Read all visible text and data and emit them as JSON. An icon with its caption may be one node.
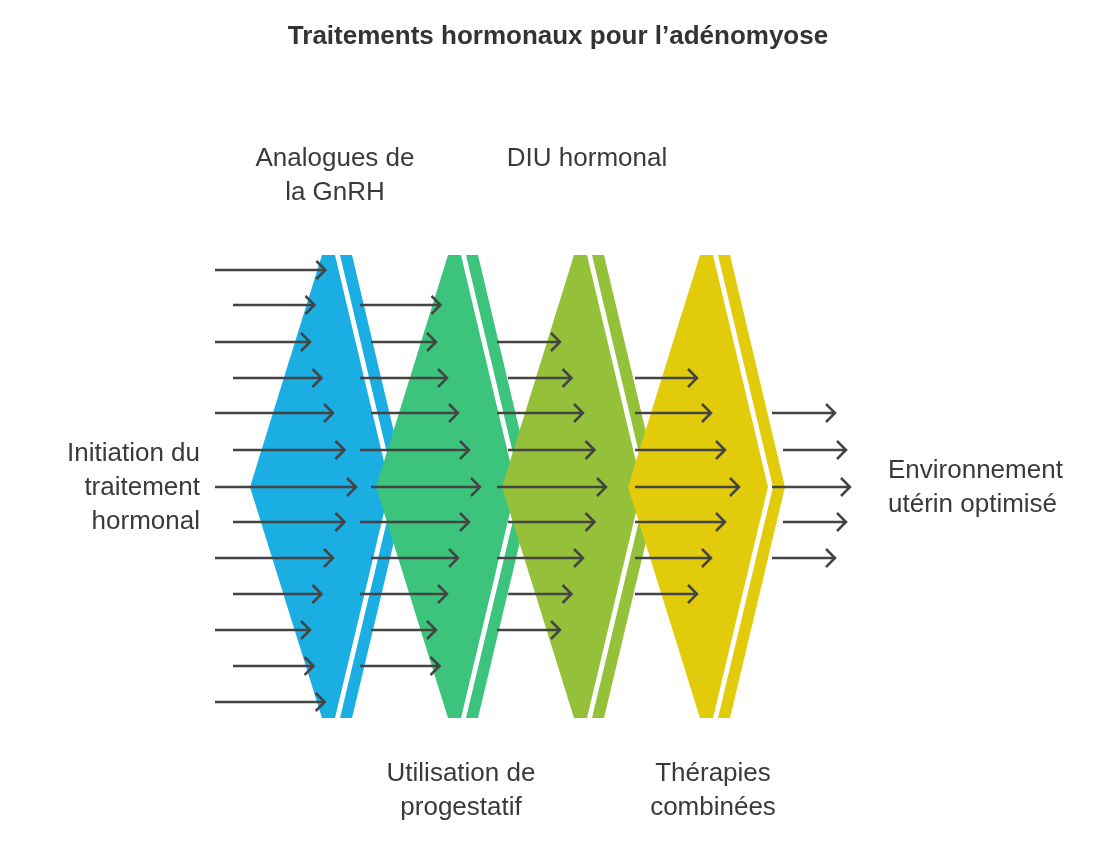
{
  "diagram": {
    "title": "Traitements hormonaux pour l’adénomyose",
    "nodes": [
      {
        "text": [
          "Analogues de la GnRH"
        ]
      },
      {
        "text": [
          "Utilisation de progestatif"
        ]
      },
      {
        "text": [
          "DIU hormonal"
        ]
      },
      {
        "text": [
          "Thérapies combinées"
        ]
      }
    ],
    "edges": [
      {
        "from": null,
        "to": 0,
        "arrow": "to"
      },
      {
        "from": null,
        "to": 0,
        "arrow": "to"
      },
      {
        "from": null,
        "to": 0,
        "arrow": "to"
      },
      {
        "from": null,
        "to": 0,
        "arrow": "to"
      },
      {
        "from": null,
        "to": 0,
        "arrow": "to"
      },
      {
        "from": null,
        "to": 0,
        "arrow": "to"
      },
      {
        "from": null,
        "to": 0,
        "arrow": "to"
      },
      {
        "from": null,
        "to": 0,
        "arrow": "to"
      },
      {
        "from": null,
        "to": 0,
        "arrow": "to"
      },
      {
        "from": null,
        "to": 0,
        "arrow": "to"
      },
      {
        "from": null,
        "to": 0,
        "arrow": "to"
      },
      {
        "from": null,
        "to": 0,
        "arrow": "to"
      },
      {
        "from": null,
        "to": 0,
        "arrow": "to"
      },
      {
        "from": 0,
        "to": 1,
        "arrow": "to"
      },
      {
        "from": 0,
        "to": 1,
        "arrow": "to"
      },
      {
        "from": 0,
        "to": 1,
        "arrow": "to"
      },
      {
        "from": 0,
        "to": 1,
        "arrow": "to"
      },
      {
        "from": 0,
        "to": 1,
        "arrow": "to"
      },
      {
        "from": 0,
        "to": 1,
        "arrow": "to"
      },
      {
        "from": 0,
        "to": 1,
        "arrow": "to"
      },
      {
        "from": 0,
        "to": 1,
        "arrow": "to"
      },
      {
        "from": 0,
        "to": 1,
        "arrow": "to"
      },
      {
        "from": 0,
        "to": 1,
        "arrow": "to"
      },
      {
        "from": 0,
        "to": 1,
        "arrow": "to"
      },
      {
        "from": 1,
        "to": 2,
        "arrow": "to"
      },
      {
        "from": 1,
        "to": 2,
        "arrow": "to"
      },
      {
        "from": 1,
        "to": 2,
        "arrow": "to"
      },
      {
        "from": 1,
        "to": 2,
        "arrow": "to"
      },
      {
        "from": 1,
        "to": 2,
        "arrow": "to"
      },
      {
        "from": 1,
        "to": 2,
        "arrow": "to"
      },
      {
        "from": 1,
        "to": 2,
        "arrow": "to"
      },
      {
        "from": 1,
        "to": 2,
        "arrow": "to"
      },
      {
        "from": 1,
        "to": 2,
        "arrow": "to"
      },
      {
        "from": 2,
        "to": 3,
        "arrow": "to"
      },
      {
        "from": 2,
        "to": 3,
        "arrow": "to"
      },
      {
        "from": 2,
        "to": 3,
        "arrow": "to"
      },
      {
        "from": 2,
        "to": 3,
        "arrow": "to"
      },
      {
        "from": 2,
        "to": 3,
        "arrow": "to"
      },
      {
        "from": 2,
        "to": 3,
        "arrow": "to"
      },
      {
        "from": 2,
        "to": 3,
        "arrow": "to"
      },
      {
        "from": 3,
        "to": null,
        "arrow": "to"
      },
      {
        "from": 3,
        "to": null,
        "arrow": "to"
      },
      {
        "from": 3,
        "to": null,
        "arrow": "to"
      },
      {
        "from": 3,
        "to": null,
        "arrow": "to"
      },
      {
        "from": 3,
        "to": null,
        "arrow": "to"
      }
    ],
    "labels": [
      "Initiation du traitement hormonal",
      "Environnement utérin optimisé"
    ]
  }
}
